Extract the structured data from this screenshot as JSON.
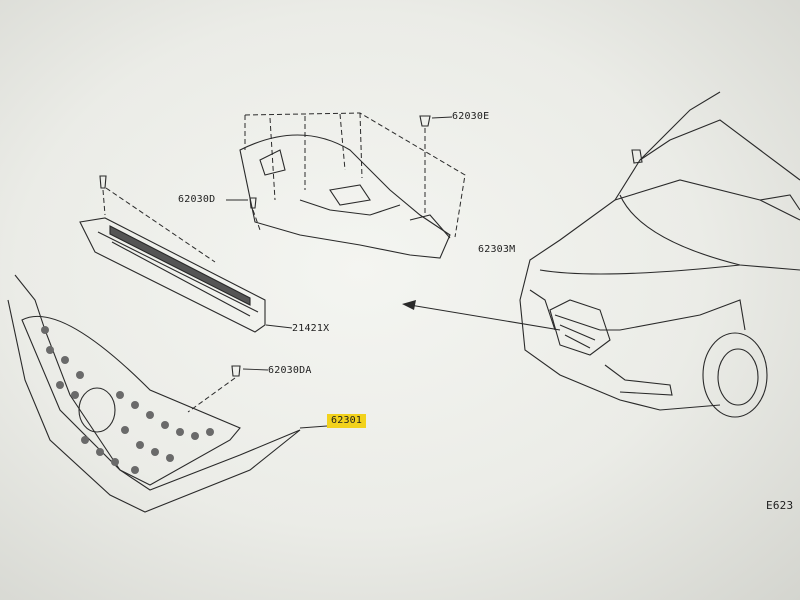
{
  "parts": {
    "p62030E": "62030E",
    "p62030D": "62030D",
    "p62303M": "62303M",
    "p21421X": "21421X",
    "p62030DA": "62030DA",
    "p62301": "62301"
  },
  "figure_code": "E623",
  "colors": {
    "line": "#2a2a2a",
    "highlight": "#f2d21c",
    "paper": "#f4f5f1"
  }
}
